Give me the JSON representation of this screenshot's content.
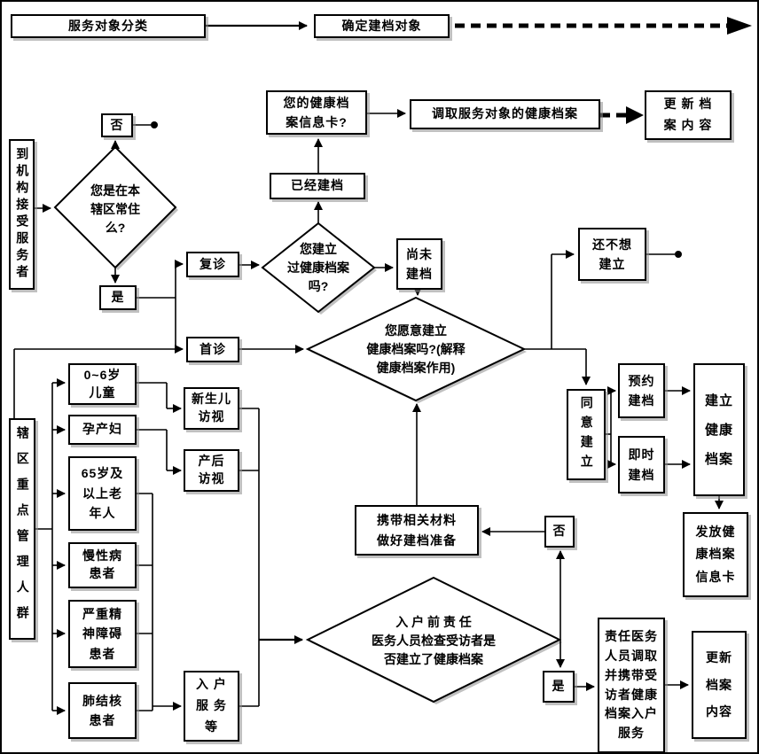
{
  "colors": {
    "line": "#000000",
    "background": "#ffffff",
    "shadow": "#8c8c8c"
  },
  "nodes": {
    "classify": "服务对象分类",
    "determine_target": "确定建档对象",
    "visit_org": "到机构接受服务者",
    "resident_q": "您是在本\n辖区常住\n么?",
    "no_top": "否",
    "yes_top": "是",
    "return_visit": "复诊",
    "first_visit": "首诊",
    "has_archive_q": "您建立\n过健康档案\n吗?",
    "already_built": "已经建档",
    "info_card_q": "您的健康档\n案信息卡?",
    "retrieve_archive": "调取服务对象的健康档案",
    "update_content_top": "更 新 档\n案 内 容",
    "not_built_yet": "尚未\n建档",
    "willing_q": "您愿意建立\n健康档案吗?(解释\n健康档案作用)",
    "not_want_build": "还不想\n建立",
    "agree_build": "同意建立",
    "appointment_build": "预约\n建档",
    "immediate_build": "即时\n建档",
    "build_archive": "建立\n健康\n档案",
    "issue_info_card": "发放健\n康档案\n信息卡",
    "key_groups": "辖区重点管理人群",
    "children_0_6": "0~6岁\n儿童",
    "pregnant_women": "孕产妇",
    "elderly_65": "65岁及\n以上老\n年人",
    "chronic_patients": "慢性病\n患者",
    "mental_patients": "严重精\n神障碍\n患者",
    "tb_patients": "肺结核\n患者",
    "newborn_visit": "新生儿\n访视",
    "postpartum_visit": "产后\n访视",
    "home_service": "入 户\n服 务\n等",
    "prepare_materials": "携带相关材料\n做好建档准备",
    "home_check_q": "入 户 前 责 任\n医务人员检查受访者是\n否建立了健康档案",
    "no_bottom": "否",
    "yes_bottom": "是",
    "duty_doctor_service": "责任医务\n人员调取\n并携带受\n访者健康\n档案入户\n服务",
    "update_content_bottom": "更新\n档案\n内容"
  }
}
